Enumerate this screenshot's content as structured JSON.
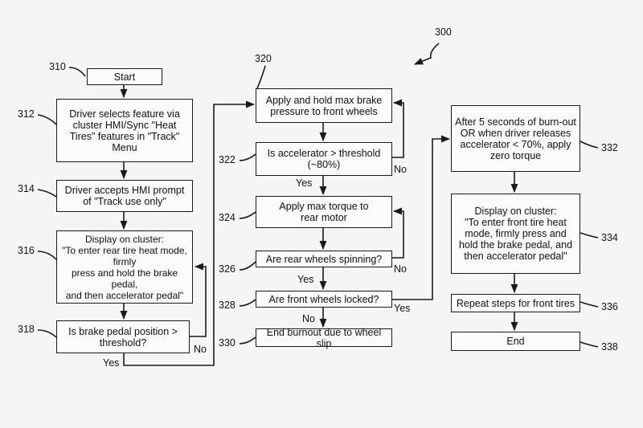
{
  "figure": {
    "ref": "300"
  },
  "steps": [
    {
      "id": "310",
      "ref": "310",
      "text": "Start"
    },
    {
      "id": "312",
      "ref": "312",
      "text": "Driver selects feature via\ncluster HMI/Sync \"Heat\nTires\" features in \"Track\"\nMenu"
    },
    {
      "id": "314",
      "ref": "314",
      "text": "Driver accepts HMI prompt\nof \"Track use only\""
    },
    {
      "id": "316",
      "ref": "316",
      "text": "Display on cluster:\n\"To enter rear tire heat mode, firmly\npress and hold the brake pedal,\nand then accelerator pedal\""
    },
    {
      "id": "318",
      "ref": "318",
      "text": "Is brake pedal position >\nthreshold?"
    },
    {
      "id": "320",
      "ref": "320",
      "text": "Apply and hold max brake\npressure to front wheels"
    },
    {
      "id": "322",
      "ref": "322",
      "text": "Is accelerator > threshold\n(~80%)"
    },
    {
      "id": "324",
      "ref": "324",
      "text": "Apply max torque to\nrear motor"
    },
    {
      "id": "326",
      "ref": "326",
      "text": "Are rear wheels spinning?"
    },
    {
      "id": "328",
      "ref": "328",
      "text": "Are front wheels locked?"
    },
    {
      "id": "330",
      "ref": "330",
      "text": "End burnout due to wheel slip"
    },
    {
      "id": "332",
      "ref": "332",
      "text": "After 5 seconds of burn-out\nOR when driver releases\naccelerator < 70%, apply\nzero torque"
    },
    {
      "id": "334",
      "ref": "334",
      "text": "Display on cluster:\n\"To enter front tire heat\nmode, firmly press and\nhold the brake pedal, and\nthen accelerator pedal\""
    },
    {
      "id": "336",
      "ref": "336",
      "text": "Repeat steps for front tires"
    },
    {
      "id": "338",
      "ref": "338",
      "text": "End"
    }
  ],
  "branch_labels": {
    "b318_no": "No",
    "b318_yes": "Yes",
    "b322_yes": "Yes",
    "b322_no": "No",
    "b326_no": "No",
    "b326_yes": "Yes",
    "b328_no": "No",
    "b328_yes": "Yes"
  }
}
